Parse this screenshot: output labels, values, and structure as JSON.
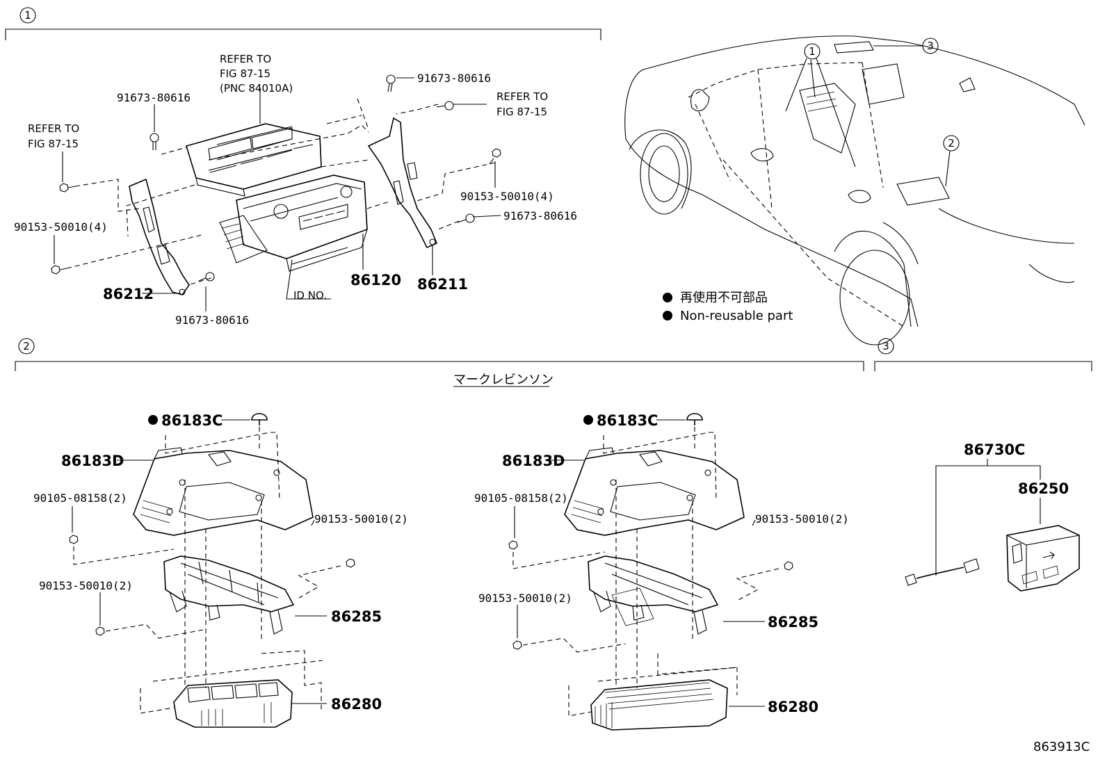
{
  "sections": [
    {
      "id": "1",
      "circle_label": "1"
    },
    {
      "id": "2",
      "circle_label": "2"
    },
    {
      "id": "3",
      "circle_label": "3"
    }
  ],
  "car_view": {
    "callouts": [
      "1",
      "2",
      "3"
    ]
  },
  "legend": {
    "note_ja": "再使用不可部品",
    "note_en": "Non-reusable part"
  },
  "section1": {
    "refer_fig_left": [
      "REFER TO",
      "FIG 87-15"
    ],
    "refer_fig_top": [
      "REFER TO",
      "FIG 87-15",
      "(PNC 84010A)"
    ],
    "refer_fig_right": [
      "REFER TO",
      "FIG 87-15"
    ],
    "screw_top_left": "91673-80616",
    "screw_top_right": "91673-80616",
    "screw_mid_right": "91673-80616",
    "screw_bottom": "91673-80616",
    "bolt_left": "90153-50010(4)",
    "bolt_right": "90153-50010(4)",
    "bracket_left": "86212",
    "radio_unit": "86120",
    "bracket_right": "86211",
    "id_no": "ID NO."
  },
  "section2": {
    "subtitle": "マークレビンソン",
    "left": {
      "clip": "86183C",
      "cover": "86183D",
      "bolt_a": "90105-08158(2)",
      "bolt_b": "90153-50010(2)",
      "bolt_c": "90153-50010(2)",
      "bracket": "86285",
      "amplifier": "86280"
    },
    "right": {
      "clip": "86183C",
      "cover": "86183D",
      "bolt_a": "90105-08158(2)",
      "bolt_b": "90153-50010(2)",
      "bolt_c": "90153-50010(2)",
      "bracket": "86285",
      "amplifier": "86280"
    }
  },
  "section3": {
    "assembly": "86730C",
    "module": "86250"
  },
  "figure_id": "863913C"
}
